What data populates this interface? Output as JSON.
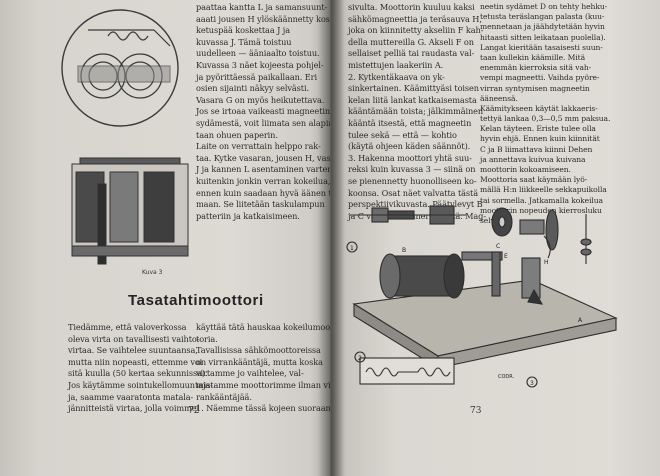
{
  "left_page": {
    "heading": "Tasatahtimoottori",
    "page_number": "72",
    "figure_caption": "Kuva 3",
    "top_lines": [
      "paattaa kantta L ja samansuunt-",
      "aaati jousen H ylöskäännetty kos-",
      "ketuspää koskettaa J ja",
      "kuvassa J. Tämä toistuu",
      "uudelleen — ääniaalto toistuu.",
      "Kuvassa 3 näet kojeesta pohjel-",
      "ja pyörittäessä paikallaan. Eri",
      "osien sijainti näkyy selvästi.",
      "Vasara G on myös heikutettava.",
      "Jos se irtoaa vaikeasti magneetin",
      "sydämestä, voit liimata sen alapin-",
      "taan ohuen paperin.",
      "Laite on verrattain helppo rak-",
      "taa. Kytke vasaran, jousen H, vasat",
      "J ja kannen L asentaminen varten",
      "kuitenkin jonkin verran kokeilua,",
      "ennen kuin saadaan hyvä äänen tou-",
      "maan. Se liitetään taskulampun",
      "patteriin ja katkaisimeen."
    ],
    "bottom_left_lines": [
      "Tiedämme, että valoverkossa",
      "oleva virta on tavallisesti vaihto-",
      "virtaa. Se vaihtelee suuntaansa,",
      "mutta niin nopeasti, ettemme voi",
      "sitä kuulla (50 kertaa sekunnissa).",
      "Jos käytämme sointukellomuuntaja-",
      "ja, saamme vaaratonta matala-",
      "jännitteistä virtaa, jolla voimme"
    ],
    "bottom_right_lines": [
      "käyttää tätä hauskaa kokeilumoot-",
      "toria.",
      "Tavallisissa sähkömoottoreissa",
      "on virrankääntäjä, mutta koska",
      "virtamme jo vaihtelee, val-",
      "mistamme moottorimme ilman vir-",
      "rankääntäjää.",
      "1. Näemme tässä kojeen suoraan"
    ]
  },
  "right_page": {
    "page_number": "73",
    "left_col_lines": [
      "sivulta. Moottorin kuuluu kaksi",
      "sähkömagneettia ja teräsauva H,",
      "joka on kiinnitetty akseliin F kah-",
      "della muttereilla G. Akseli F on",
      "sellaiset pelliä tai raudasta val-",
      "mistettujen laakeriin A.",
      "2. Kytkentäkaava on yk-",
      "sinkertainen. Käämittyäsi toisen",
      "kelan liitä lankat katkaisemasta",
      "kääntämään toista; jälkimmäinen",
      "kääntä itsestä, että magneetin",
      "tulee sekä — että — kohtio",
      "(käytä ohjeen käden säännöt).",
      "3. Hakenna moottori yhtä suu-",
      "reksi kuin kuvassa 3 — siinä on",
      "se pienennetty huonolliseen ko-",
      "koonsa. Osat näet valvatta tästä",
      "perspektiivikuvasta. Päätylevyt B",
      "ja C valmistat vanerilevystä. Mag-"
    ],
    "right_col_lines": [
      "neetin sydämet D on tehty hehku-",
      "tetusta teräslangan palasta (kuu-",
      "mennetaan ja jäähdytetään hyvin",
      "hitaasti sitten leikataan puolella).",
      "Langat kieritään tasaisesti suun-",
      "taan kullekin käämille. Mitä",
      "enemmän kierroksia sitä vah-",
      "vempi magneetti. Vaihda pyöre-",
      "virran syntymisen magneetin",
      "ääneensä.",
      "Käämitykseen käytät lakkaeris-",
      "tettyä lankaa 0,3—0,5 mm paksua.",
      "Kelan täyteen. Eriste tulee olla",
      "hyvin ehjä. Ennen kuin kiinnität",
      "C ja B liimattava kiinni Dehen",
      "ja annettava kuivua kuivana",
      "moottorin kokoamiseen.",
      "Moottoria saat käymään lyö-",
      "mällä H:n liikkeelle sekkapuikolla",
      "tai sormella. Jatkamalla kokeilua",
      "moottorin nopeuden kierrosluku",
      "selvä."
    ],
    "figure_labels": {
      "fig1_num": "1",
      "fig2_num": "2",
      "fig3_num": "3",
      "label_a": "A",
      "label_b": "B",
      "label_c": "C",
      "label_e": "E",
      "label_h": "H",
      "signature": "CODR."
    }
  }
}
